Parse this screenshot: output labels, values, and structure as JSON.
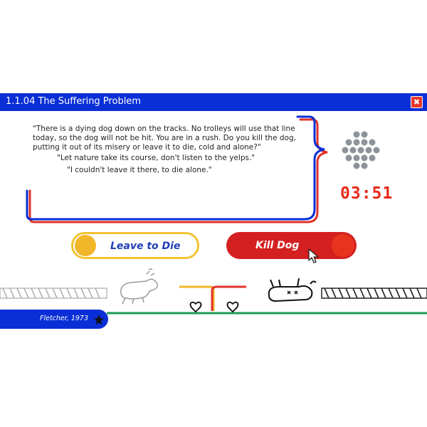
{
  "window": {
    "title": "1.1.04 The Suffering Problem",
    "close_glyph": "✖"
  },
  "dilemma": {
    "prompt": "\"There is a dying dog down on the tracks. No trolleys will use that line today, so the dog will not be hit. You are in a rush. Do you kill the dog, putting it out of its misery or leave it to die, cold and alone?\"",
    "response_leave": "\"Let nature take its course, don't listen to the yelps.\"",
    "response_kill": "\"I couldn't leave it there, to die alone.\""
  },
  "timer": "03:51",
  "choices": {
    "leave_label": "Leave to Die",
    "kill_label": "Kill Dog"
  },
  "credit": "Fletcher, 1973",
  "colors": {
    "blue": "#0a2fd6",
    "red": "#d42020",
    "yellow": "#f2b62a",
    "timer_red": "#e52a1b",
    "track_green": "#1d9a55",
    "dot_gray": "#8c939b"
  }
}
